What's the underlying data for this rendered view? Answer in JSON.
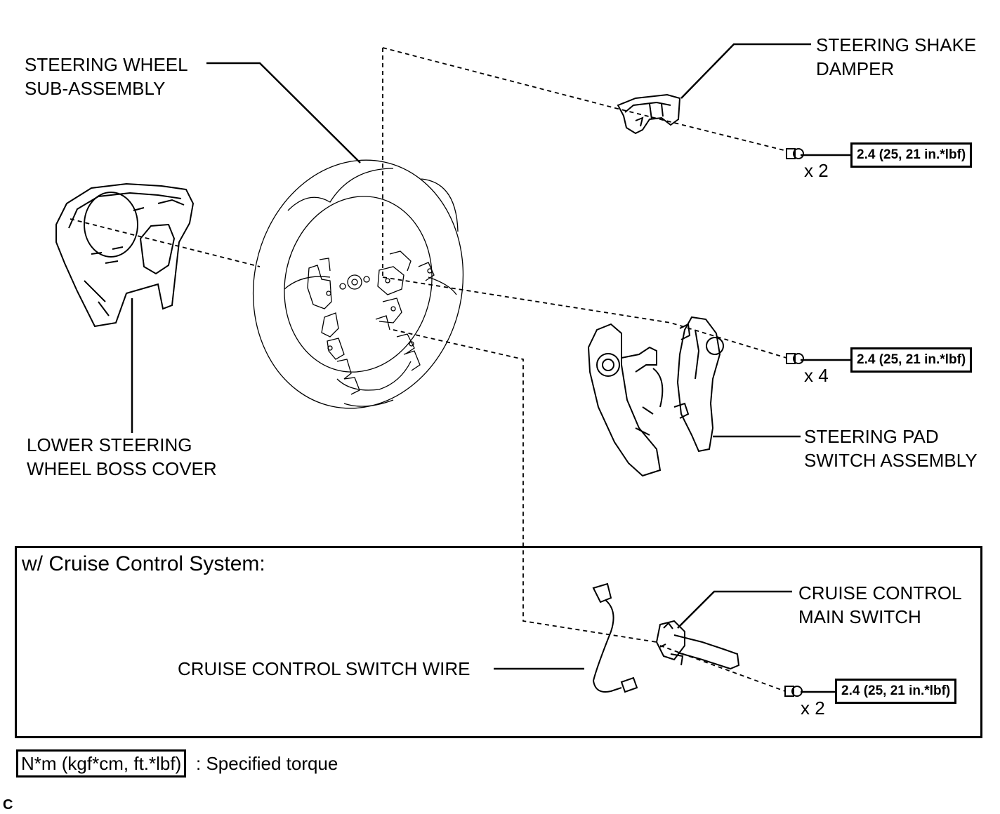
{
  "labels": {
    "steering_wheel": [
      "STEERING WHEEL",
      "SUB-ASSEMBLY"
    ],
    "shake_damper": [
      "STEERING SHAKE",
      "DAMPER"
    ],
    "boss_cover": [
      "LOWER STEERING",
      "WHEEL BOSS COVER"
    ],
    "pad_switch": [
      "STEERING PAD",
      "SWITCH ASSEMBLY"
    ],
    "cruise_main_switch": [
      "CRUISE CONTROL",
      "MAIN SWITCH"
    ],
    "cruise_switch_wire": "CRUISE CONTROL SWITCH WIRE"
  },
  "torque_specs": {
    "damper": "2.4 (25, 21 in.*lbf)",
    "pad": "2.4 (25, 21 in.*lbf)",
    "cruise": "2.4 (25, 21 in.*lbf)"
  },
  "quantities": {
    "damper": "x 2",
    "pad": "x 4",
    "cruise": "x 2"
  },
  "cruise_section_title": "w/ Cruise Control System:",
  "legend": {
    "units": "N*m (kgf*cm, ft.*lbf)",
    "text": ": Specified torque"
  },
  "figure_code": "C"
}
